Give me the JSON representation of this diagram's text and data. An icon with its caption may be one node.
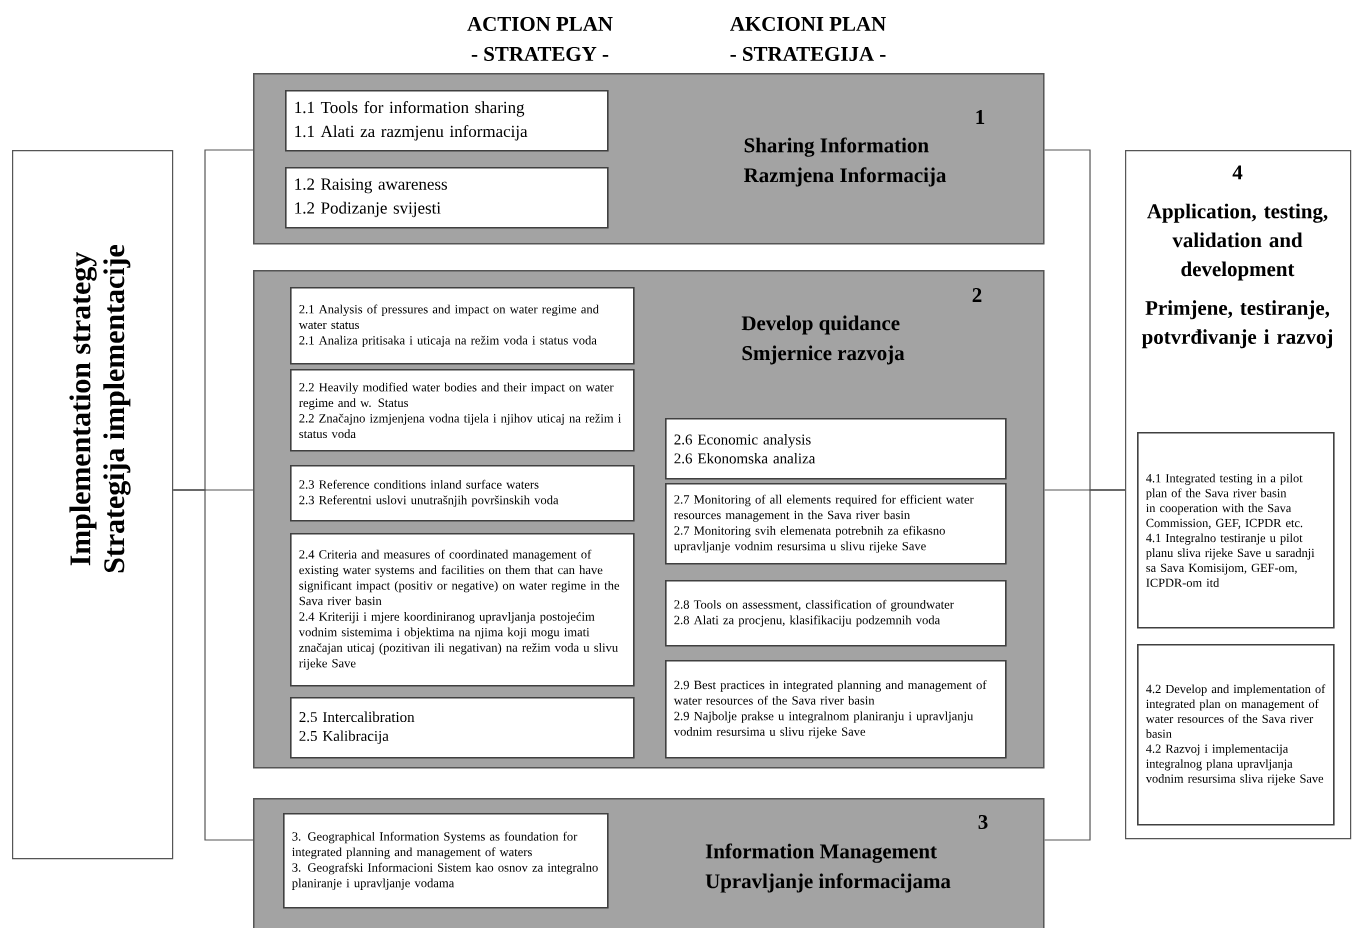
{
  "diagram": {
    "nodes": [
      {
        "text": [
          "Implementation strategy",
          "Strategija implementacije"
        ]
      },
      {
        "text": [
          "1",
          "Sharing Information",
          "Razmjena Informacija"
        ]
      },
      {
        "text": [
          "1.1 Tools for information sharing",
          "1.1 Alati za razmjenu informacija"
        ],
        "in": 1
      },
      {
        "text": [
          "1.2 Raising awareness",
          "1.2 Podizanje svijesti"
        ],
        "in": 1
      },
      {
        "text": [
          "2",
          "Develop quidance",
          "Smjernice razvoja"
        ]
      },
      {
        "text": [
          "2.1 Analysis of pressures and impact on water regime and water status",
          "2.1 Analiza pritisaka i uticaja na režim voda i status voda"
        ],
        "in": 4
      },
      {
        "text": [
          "2.2 Heavily modified water bodies and their impact on water regime and w. Status",
          "2.2 Značajno izmjenjena vodna tijela i njihov uticaj na režim i status voda"
        ],
        "in": 4
      },
      {
        "text": [
          "2.3 Reference conditions inland surface waters",
          "2.3 Referentni uslovi unutrašnjih površinskih voda"
        ],
        "in": 4
      },
      {
        "text": [
          "2.4 Criteria and measures of coordinated management of existing water systems and facilities on them that can have significant impact (positiv or negative) on water regime in the Sava river basin",
          "2.4 Kriteriji i mjere koordiniranog upravljanja postojećim vodnim sistemima i objektima na njima koji mogu imati značajan uticaj (pozitivan ili negativan) na režim voda u slivu rijeke Save"
        ],
        "in": 4
      },
      {
        "text": [
          "2.5 Intercalibration",
          "2.5 Kalibracija"
        ],
        "in": 4
      },
      {
        "text": [
          "2.6 Economic analysis",
          "2.6 Ekonomska analiza"
        ],
        "in": 4
      },
      {
        "text": [
          "2.7 Monitoring of all elements required for efficient water resources management in the Sava river basin",
          "2.7 Monitoring svih elemenata potrebnih za efikasno upravljanje vodnim resursima u slivu rijeke Save"
        ],
        "in": 4
      },
      {
        "text": [
          "2.8 Tools on assessment, classification of groundwater",
          "2.8 Alati za procjenu, klasifikaciju podzemnih voda"
        ],
        "in": 4
      },
      {
        "text": [
          "2.9 Best practices in integrated planning and management of water resources of the Sava river basin",
          "2.9 Najbolje prakse u integralnom planiranju i upravljanju vodnim resursima u slivu rijeke Save"
        ],
        "in": 4
      },
      {
        "text": [
          "3",
          "Information Management",
          "Upravljanje informacijama"
        ]
      },
      {
        "text": [
          "3. Geographical Information Systems as foundation for integrated planning and management of waters",
          "3. Geografski Informacioni Sistem kao osnov za integralno planiranje i upravljanje vodama"
        ],
        "in": 14
      },
      {
        "text": [
          "4",
          "Application, testing, validation and development",
          "Primjene, testiranje, potvrđivanje i razvoj"
        ]
      },
      {
        "text": [
          "4.1 Integrated testing in a pilot plan of the Sava river basin in cooperation with the Sava Commission, GEF, ICPDR etc.",
          "4.1 Integralno testiranje u pilot planu sliva rijeke Save u saradnji sa Sava Komisijom, GEF-om, ICPDR-om itd"
        ],
        "in": 16
      },
      {
        "text": [
          "4.2 Develop and implementation of integrated plan on management of water resources of the Sava river basin",
          "4.2 Razvoj i implementacija integralnog plana upravljanja vodnim resursima sliva rijeke Save"
        ],
        "in": 16
      }
    ],
    "edges": [
      {
        "from": 0,
        "to": 1,
        "arrow": "none"
      },
      {
        "from": 0,
        "to": 4,
        "arrow": "none"
      },
      {
        "from": 0,
        "to": 14,
        "arrow": "none"
      },
      {
        "from": 1,
        "to": 16,
        "arrow": "none"
      },
      {
        "from": 4,
        "to": 16,
        "arrow": "none"
      },
      {
        "from": 14,
        "to": 16,
        "arrow": "none"
      }
    ],
    "labels": [
      "ACTION PLAN",
      "- STRATEGY -",
      "AKCIONI PLAN",
      "- STRATEGIJA -"
    ]
  }
}
